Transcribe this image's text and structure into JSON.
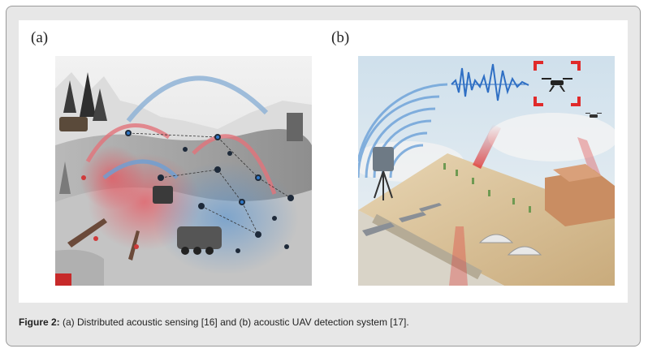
{
  "panel_a_label": "(a)",
  "panel_b_label": "(b)",
  "caption": {
    "prefix": "Figure 2:",
    "text": " (a) Distributed acoustic sensing [16] and (b) acoustic UAV detection system [17]."
  }
}
